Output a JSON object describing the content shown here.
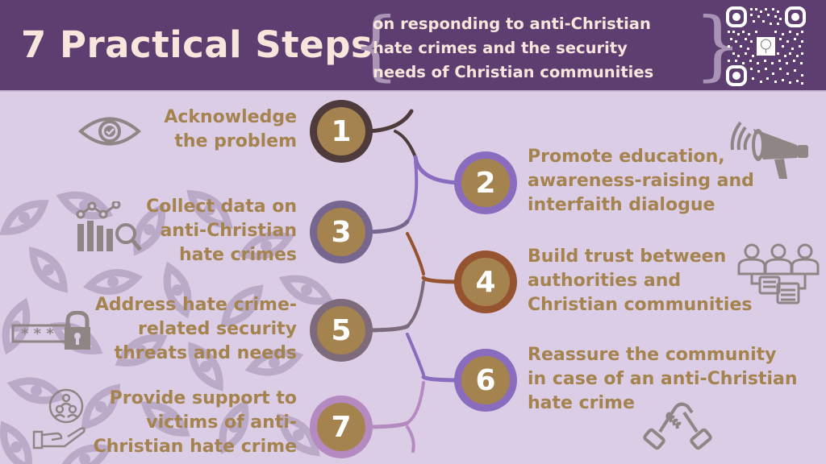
{
  "header": {
    "title": "7 Practical Steps",
    "subtitle_lines": [
      "on responding to anti-Christian",
      "hate crimes and the security",
      "needs of Christian communities"
    ],
    "qr_code": "qr-code-icon"
  },
  "colors": {
    "header_bg": "#5e3d70",
    "header_text": "#f8e6dc",
    "body_bg": "#dccde6",
    "step_text": "#a5834f",
    "circle_fill": "#a5834f",
    "icon": "#8f8585"
  },
  "steps": [
    {
      "number": "1",
      "lines": [
        "Acknowledge",
        "the problem"
      ],
      "icon": "eye-check-icon",
      "ring_color": "#4f3b3b",
      "side": "left"
    },
    {
      "number": "2",
      "lines": [
        "Promote education,",
        "awareness-raising and",
        "interfaith dialogue"
      ],
      "icon": "megaphone-icon",
      "ring_color": "#8a6cbf",
      "side": "right"
    },
    {
      "number": "3",
      "lines": [
        "Collect data on",
        "anti-Christian",
        "hate crimes"
      ],
      "icon": "data-analysis-icon",
      "ring_color": "#776690",
      "side": "left"
    },
    {
      "number": "4",
      "lines": [
        "Build trust between",
        "authorities and",
        "Christian communities"
      ],
      "icon": "people-dialogue-icon",
      "ring_color": "#96532f",
      "side": "right"
    },
    {
      "number": "5",
      "lines": [
        "Address hate crime-",
        "related security",
        "threats and needs"
      ],
      "icon": "password-lock-icon",
      "ring_color": "#7d6a7a",
      "side": "left"
    },
    {
      "number": "6",
      "lines": [
        "Reassure the community",
        "in case of an anti-Christian",
        "hate crime"
      ],
      "icon": "handshake-icon",
      "ring_color": "#8a6cbf",
      "side": "right"
    },
    {
      "number": "7",
      "lines": [
        "Provide support to",
        "victims of anti-",
        "Christian hate crime"
      ],
      "icon": "support-hand-icon",
      "ring_color": "#b58ac0",
      "side": "left"
    }
  ]
}
